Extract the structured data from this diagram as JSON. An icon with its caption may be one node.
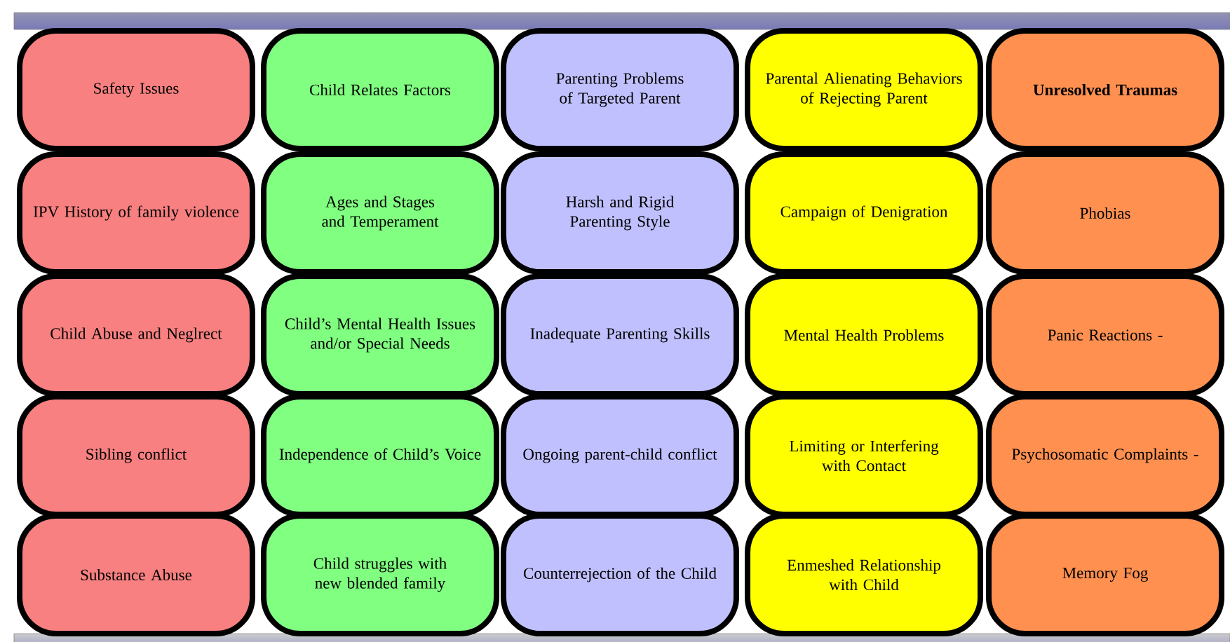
{
  "diagram": {
    "nodes": [
      {
        "text": [
          "Safety Issues"
        ]
      },
      {
        "text": [
          "Child Relates Factors"
        ]
      },
      {
        "text": [
          "Parenting Problems of Targeted Parent"
        ]
      },
      {
        "text": [
          "Parental Alienating Behaviors of Rejecting Parent"
        ]
      },
      {
        "text": [
          "Unresolved Traumas"
        ]
      },
      {
        "text": [
          "IPV History of family violence"
        ]
      },
      {
        "text": [
          "Ages and Stages and Temperament"
        ]
      },
      {
        "text": [
          "Harsh and Rigid Parenting Style"
        ]
      },
      {
        "text": [
          "Campaign of Denigration"
        ]
      },
      {
        "text": [
          "Phobias"
        ]
      },
      {
        "text": [
          "Child Abuse and Neglrect"
        ]
      },
      {
        "text": [
          "Child’s Mental Health Issues and/or Special Needs"
        ]
      },
      {
        "text": [
          "Inadequate Parenting Skills"
        ]
      },
      {
        "text": [
          "Mental Health Problems"
        ]
      },
      {
        "text": [
          "Panic Reactions -"
        ]
      },
      {
        "text": [
          "Sibling conflict"
        ]
      },
      {
        "text": [
          "Independence of Child’s Voice"
        ]
      },
      {
        "text": [
          "Ongoing parent-child conflict"
        ]
      },
      {
        "text": [
          "Limiting or Interfering with Contact"
        ]
      },
      {
        "text": [
          "Psychosomatic Complaints -"
        ]
      },
      {
        "text": [
          "Substance Abuse"
        ]
      },
      {
        "text": [
          "Child struggles with new blended family"
        ]
      },
      {
        "text": [
          "Counterrejection of the Child"
        ]
      },
      {
        "text": [
          "Enmeshed Relationship with Child"
        ]
      },
      {
        "text": [
          "Memory Fog"
        ]
      }
    ]
  }
}
